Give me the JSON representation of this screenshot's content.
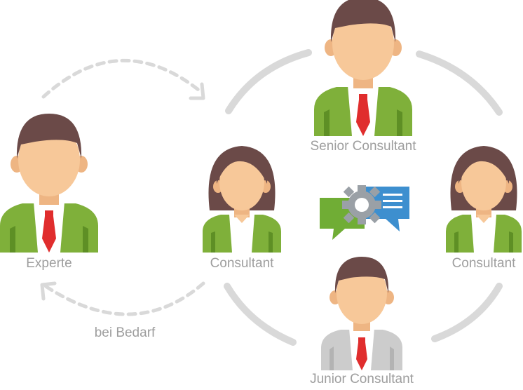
{
  "colors": {
    "label_text": "#9e9e9e",
    "connector": "#d9d9d9",
    "skin": "#f7c899",
    "skin_shade": "#eeb583",
    "hair": "#6b4a48",
    "suit_green": "#7fb03a",
    "suit_green_dark": "#5e8f25",
    "suit_grey": "#cccccc",
    "suit_grey_dark": "#b3b3b3",
    "shirt": "#ffffff",
    "tie": "#e02d2d",
    "chat_green": "#70ad35",
    "chat_blue": "#3d8fcf",
    "gear": "#9aa0a6"
  },
  "icons": {
    "collaboration": "chat-gear-icon"
  },
  "nodes": {
    "experte": {
      "label": "Experte"
    },
    "senior": {
      "label": "Senior Consultant"
    },
    "consultant_left": {
      "label": "Consultant"
    },
    "consultant_right": {
      "label": "Consultant"
    },
    "junior": {
      "label": "Junior Consultant"
    }
  },
  "edges": {
    "on_demand": {
      "label": "bei Bedarf"
    }
  }
}
